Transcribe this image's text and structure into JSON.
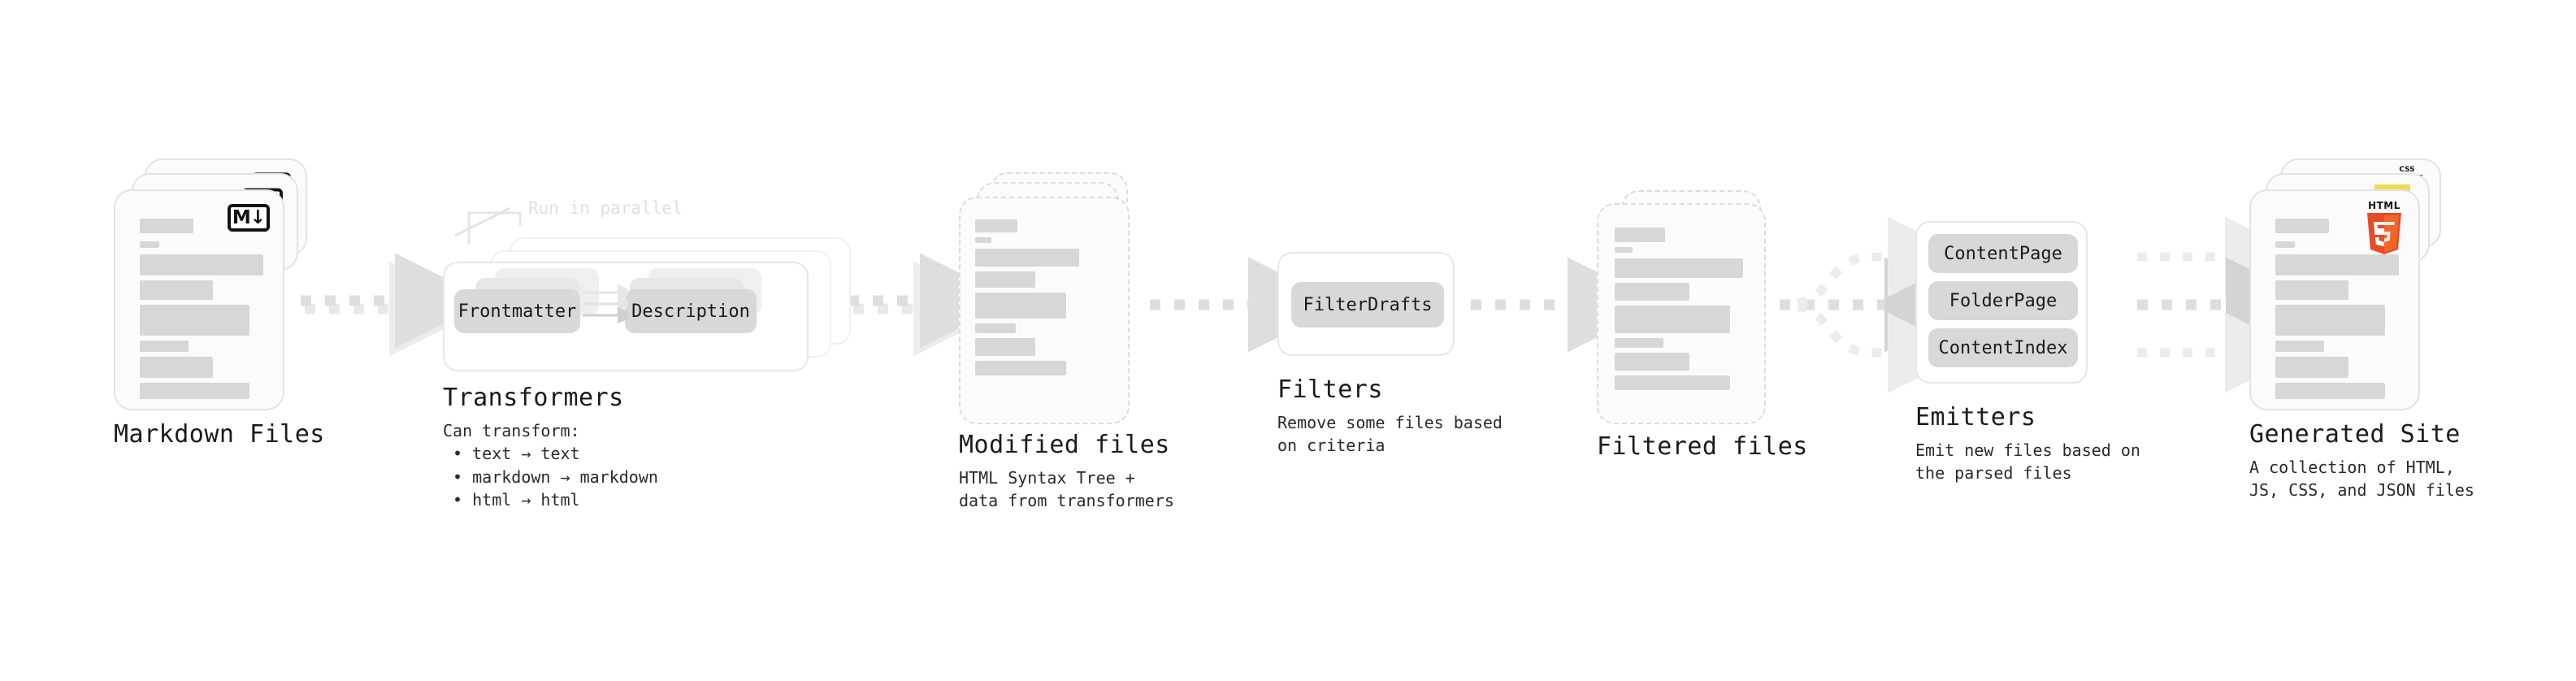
{
  "diagram": {
    "background": "#ffffff",
    "accent_gray": "#d7d7d7",
    "arrow_gray": "#dedede",
    "arrow_gray_strong": "#d4d4d4",
    "html5_color": "#e44d26",
    "js_color": "#f0db4f",
    "css_color": "#2965f1"
  },
  "stages": [
    {
      "id": "markdown-files",
      "title": "Markdown Files",
      "body": "",
      "badge_icon": "markdown-icon",
      "badge_text": "M↓",
      "card_count": 3,
      "card_style": "solid"
    },
    {
      "id": "transformers",
      "title": "Transformers",
      "body": "Can transform:\n • text → text\n • markdown → markdown\n • html → html",
      "parallel_label": "Run in parallel",
      "pills": [
        "Frontmatter",
        "Description"
      ],
      "card_count": 3,
      "card_style": "node"
    },
    {
      "id": "modified-files",
      "title": "Modified files",
      "body": "HTML Syntax Tree +\ndata from transformers",
      "card_count": 3,
      "card_style": "dashed"
    },
    {
      "id": "filters",
      "title": "Filters",
      "body": "Remove some files based\non criteria",
      "pills": [
        "FilterDrafts"
      ],
      "card_count": 1,
      "card_style": "node"
    },
    {
      "id": "filtered-files",
      "title": "Filtered files",
      "body": "",
      "card_count": 2,
      "card_style": "dashed"
    },
    {
      "id": "emitters",
      "title": "Emitters",
      "body": "Emit new files based on\nthe parsed files",
      "pills": [
        "ContentPage",
        "FolderPage",
        "ContentIndex"
      ],
      "card_count": 1,
      "card_style": "node"
    },
    {
      "id": "generated-site",
      "title": "Generated Site",
      "body": "A collection of HTML,\nJS, CSS, and JSON files",
      "badges": [
        "css3-icon",
        "javascript-icon",
        "html5-icon"
      ],
      "html5_label": "HTML",
      "html5_number": "5",
      "css_label": "CSS",
      "card_count": 3,
      "card_style": "solid"
    }
  ],
  "connectors": [
    {
      "id": "md-to-transformers",
      "kind": "dotted-arrow-double"
    },
    {
      "id": "transformers-to-modified",
      "kind": "dotted-arrow-double"
    },
    {
      "id": "modified-to-filters",
      "kind": "dotted-arrow-single"
    },
    {
      "id": "filters-to-filtered",
      "kind": "dotted-arrow-single"
    },
    {
      "id": "filtered-to-emitters",
      "kind": "dotted-arrow-fan-in"
    },
    {
      "id": "emitters-to-site",
      "kind": "dotted-arrow-fan-out"
    }
  ]
}
